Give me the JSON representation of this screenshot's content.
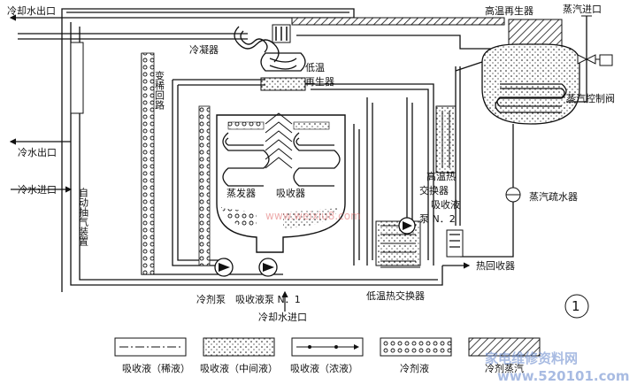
{
  "labels": {
    "cooling_water_out": "冷却水出口",
    "chilled_water_out": "冷水出口",
    "chilled_water_in": "冷水进口",
    "auto_purge": "自动抽气装置",
    "condenser": "冷凝器",
    "dilution_circuit": "变稀回路",
    "low_temp_generator": "低温再生器",
    "high_temp_generator": "高温再生器",
    "steam_in": "蒸汽进口",
    "steam_control_valve": "蒸汽控制阀",
    "evaporator": "蒸发器",
    "absorber": "吸收器",
    "high_temp_hx": "高温热交换器",
    "absorbent_pump_2": "吸收液泵 N．2",
    "steam_trap": "蒸汽疏水器",
    "heat_recovery": "热回收器",
    "refrigerant_pump": "冷剂泵",
    "absorbent_pump_1": "吸收液泵 N．1",
    "cooling_water_in": "冷却水进口",
    "low_temp_hx": "低温热交换器",
    "figure_number": "①"
  },
  "legend": [
    {
      "label": "吸收液（稀液）",
      "pattern": "dash-dot-line"
    },
    {
      "label": "吸收液（中间液）",
      "pattern": "dots"
    },
    {
      "label": "吸收液（浓液）",
      "pattern": "arrow-line"
    },
    {
      "label": "冷剂液",
      "pattern": "circles"
    },
    {
      "label": "冷剂蒸汽",
      "pattern": "hatch"
    }
  ],
  "watermarks": {
    "center": "www.weixiu8.com",
    "bottom_right_top": "家电维修资料网",
    "bottom_right_bottom": "www.520101.com"
  }
}
